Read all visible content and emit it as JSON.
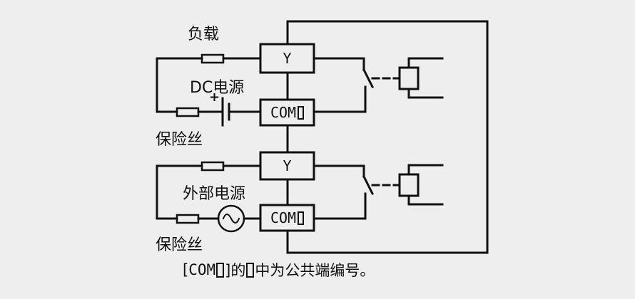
{
  "labels": {
    "load": "负载",
    "dc_source": "DC电源",
    "plus": "+",
    "fuse_top": "保险丝",
    "ext_source": "外部电源",
    "fuse_bottom": "保险丝"
  },
  "terminals": {
    "y_top": "Y",
    "com_top": "COM",
    "y_bottom": "Y",
    "com_bottom": "COM"
  },
  "caption": {
    "open_bracket": "[",
    "com": "COM",
    "mid": "]的",
    "rest": "中为公共端编号。"
  },
  "colors": {
    "background": "#eeeeee",
    "line": "#111111"
  }
}
